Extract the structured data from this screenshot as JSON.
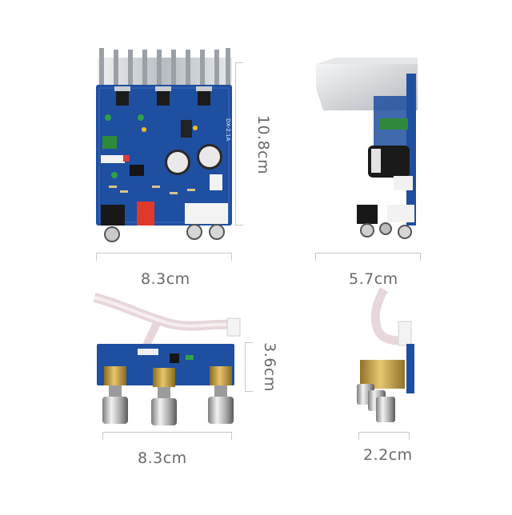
{
  "dimensions": {
    "amp_height": "10.8cm",
    "amp_width": "8.3cm",
    "amp_depth": "5.7cm",
    "tone_height": "3.6cm",
    "tone_width": "8.3cm",
    "tone_depth": "2.2cm"
  },
  "board_marking": "DX-2.1A",
  "colors": {
    "pcb_blue": "#1f4fa0",
    "heatsink": "#c9ccd0",
    "gold": "#c8a24a",
    "chrome": "#d8d8d8"
  }
}
